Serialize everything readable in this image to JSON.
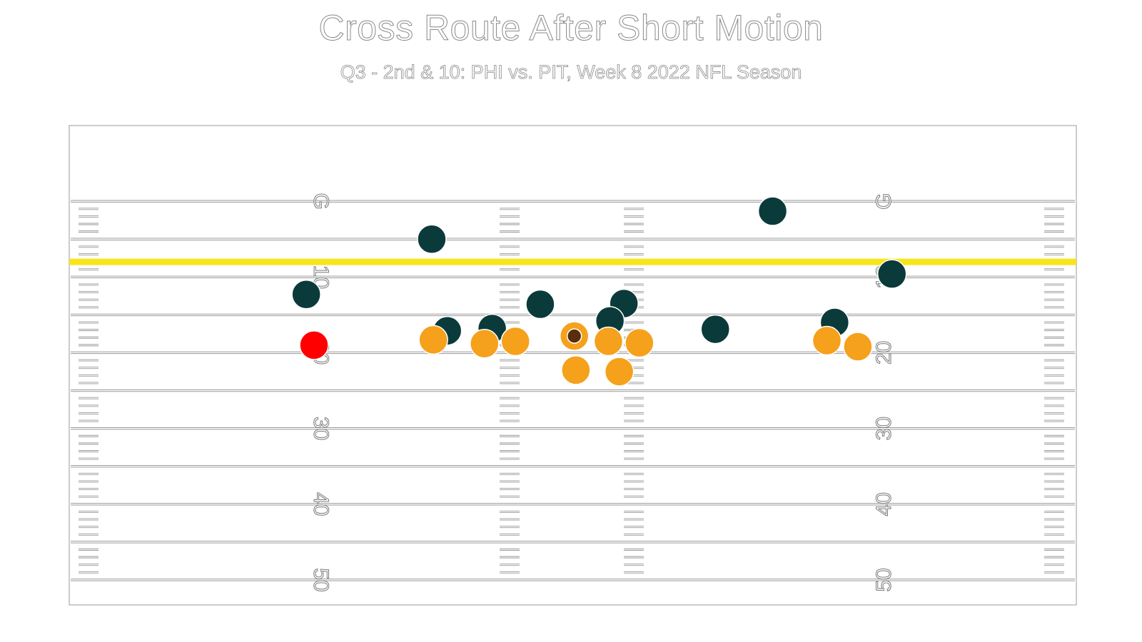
{
  "chart_data": {
    "type": "scatter",
    "title": "Cross Route After Short Motion",
    "subtitle": "Q3 - 2nd & 10: PHI vs. PIT, Week 8 2022 NFL Season",
    "field": {
      "yard_numbers_left": [
        "G",
        "10",
        "20",
        "30",
        "40",
        "50"
      ],
      "yard_numbers_right": [
        "G",
        "10",
        "20",
        "30",
        "40",
        "50"
      ],
      "line_of_scrimmage_yard": 8,
      "line_of_scrimmage_color": "#f7e51b"
    },
    "colors": {
      "defense": "#0b3a3a",
      "offense": "#f5a11c",
      "target": "#ff0000",
      "football": "#5a2d0c"
    },
    "series": [
      {
        "team": "defense",
        "points": [
          {
            "x": 33.4,
            "y": 5.0
          },
          {
            "x": 25.3,
            "y": 12.3
          },
          {
            "x": 34.4,
            "y": 17.1
          },
          {
            "x": 40.4,
            "y": 13.6
          },
          {
            "x": 37.3,
            "y": 16.8
          },
          {
            "x": 45.8,
            "y": 13.5
          },
          {
            "x": 44.9,
            "y": 15.8
          },
          {
            "x": 51.7,
            "y": 16.9
          },
          {
            "x": 55.4,
            "y": 1.3
          },
          {
            "x": 63.1,
            "y": 9.6
          },
          {
            "x": 59.4,
            "y": 16.0
          }
        ]
      },
      {
        "team": "offense",
        "points": [
          {
            "x": 33.5,
            "y": 18.3
          },
          {
            "x": 36.8,
            "y": 18.8
          },
          {
            "x": 38.8,
            "y": 18.5
          },
          {
            "x": 42.6,
            "y": 17.8
          },
          {
            "x": 44.8,
            "y": 18.5
          },
          {
            "x": 46.8,
            "y": 18.7
          },
          {
            "x": 42.7,
            "y": 22.3
          },
          {
            "x": 45.5,
            "y": 22.5
          },
          {
            "x": 58.9,
            "y": 18.4
          },
          {
            "x": 60.9,
            "y": 19.2
          }
        ]
      },
      {
        "team": "target",
        "points": [
          {
            "x": 25.8,
            "y": 19.0
          }
        ]
      },
      {
        "team": "football",
        "points": [
          {
            "x": 42.6,
            "y": 17.8
          }
        ]
      }
    ],
    "xlim": [
      10,
      75
    ],
    "ylim": [
      -10,
      53.3
    ]
  }
}
